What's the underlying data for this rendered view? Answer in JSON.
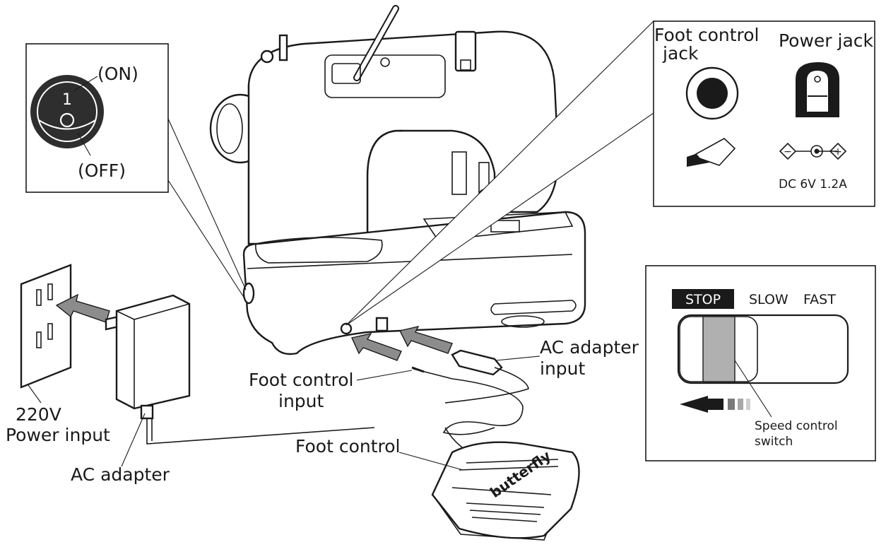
{
  "power_switch": {
    "on_label": "(ON)",
    "off_label": "(OFF)",
    "on_symbol": "1",
    "off_symbol": "O"
  },
  "jacks_panel": {
    "foot_jack_label_line1": "Foot control",
    "foot_jack_label_line2": "jack",
    "power_jack_label": "Power jack",
    "power_rating": "DC 6V 1.2A",
    "polarity_minus": "−",
    "polarity_plus": "+"
  },
  "speed_panel": {
    "stop_label": "STOP",
    "slow_label": "SLOW",
    "fast_label": "FAST",
    "switch_label_line1": "Speed control",
    "switch_label_line2": "switch"
  },
  "callouts": {
    "power_input_line1": "220V",
    "power_input_line2": "Power input",
    "ac_adapter": "AC adapter",
    "ac_adapter_input_line1": "AC adapter",
    "ac_adapter_input_line2": "input",
    "foot_control_input_line1": "Foot control",
    "foot_control_input_line2": "input",
    "foot_control": "Foot control"
  },
  "pedal": {
    "brand_text": "butterfly"
  },
  "icons": [
    "power-switch-icon",
    "foot-pedal-icon",
    "polarity-icon",
    "arrow-left-icon",
    "wall-outlet-icon"
  ]
}
